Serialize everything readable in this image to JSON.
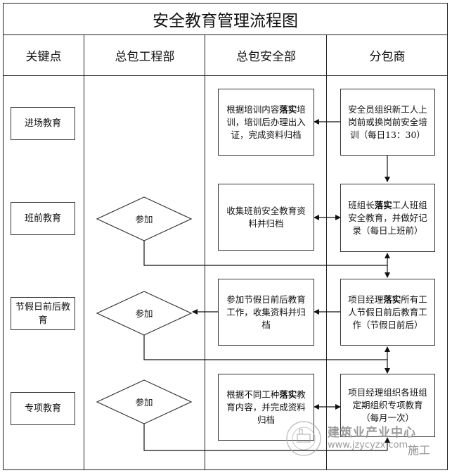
{
  "title": "安全教育管理流程图",
  "columns": [
    "关键点",
    "总包工程部",
    "总包安全部",
    "分包商"
  ],
  "key_points": [
    "进场教育",
    "班前教育",
    "节假日前后教育",
    "专项教育"
  ],
  "diamond_label": "参加",
  "boxes": {
    "safety_1": [
      "根据培训内容",
      "落实",
      "培训，培训后办理出入证，完成资料归档"
    ],
    "safety_2": [
      "收集班前安全教育资料并归档"
    ],
    "safety_3": [
      "参加节假日前后教育工作，收集资料并归档"
    ],
    "safety_4": [
      "根据不同工种",
      "落实",
      "教育内容，并完成资料归档"
    ],
    "sub_1": [
      "安全员组织新工人上岗前或换岗前安全培训（每日13：30）"
    ],
    "sub_2": [
      "班组长",
      "落实",
      "工人班组安全教育，并做好记录（每日上班前）"
    ],
    "sub_3": [
      "项目经理",
      "落实",
      "所有工人节假日前后教育工作（节假日前后）"
    ],
    "sub_4": [
      "项目经理组织各班组定期组织专项教育（每月一次）"
    ]
  },
  "watermark": {
    "name": "建筑业产业中心",
    "url": "www.jzycyzx.com",
    "brand": "施工"
  }
}
